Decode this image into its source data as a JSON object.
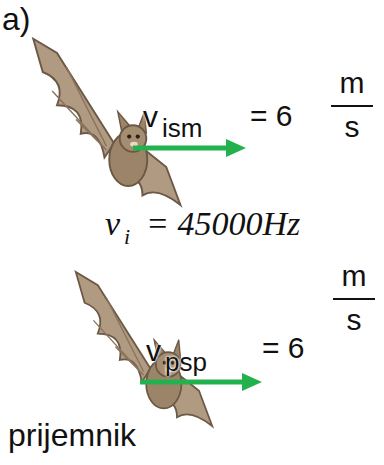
{
  "diagram": {
    "labels": [
      "a)",
      "v",
      "ism",
      "= 6",
      "m",
      "s",
      "ν",
      "i",
      "= 45000Hz",
      "v",
      "psp",
      "= 6",
      "m",
      "s",
      "prijemnik"
    ]
  }
}
